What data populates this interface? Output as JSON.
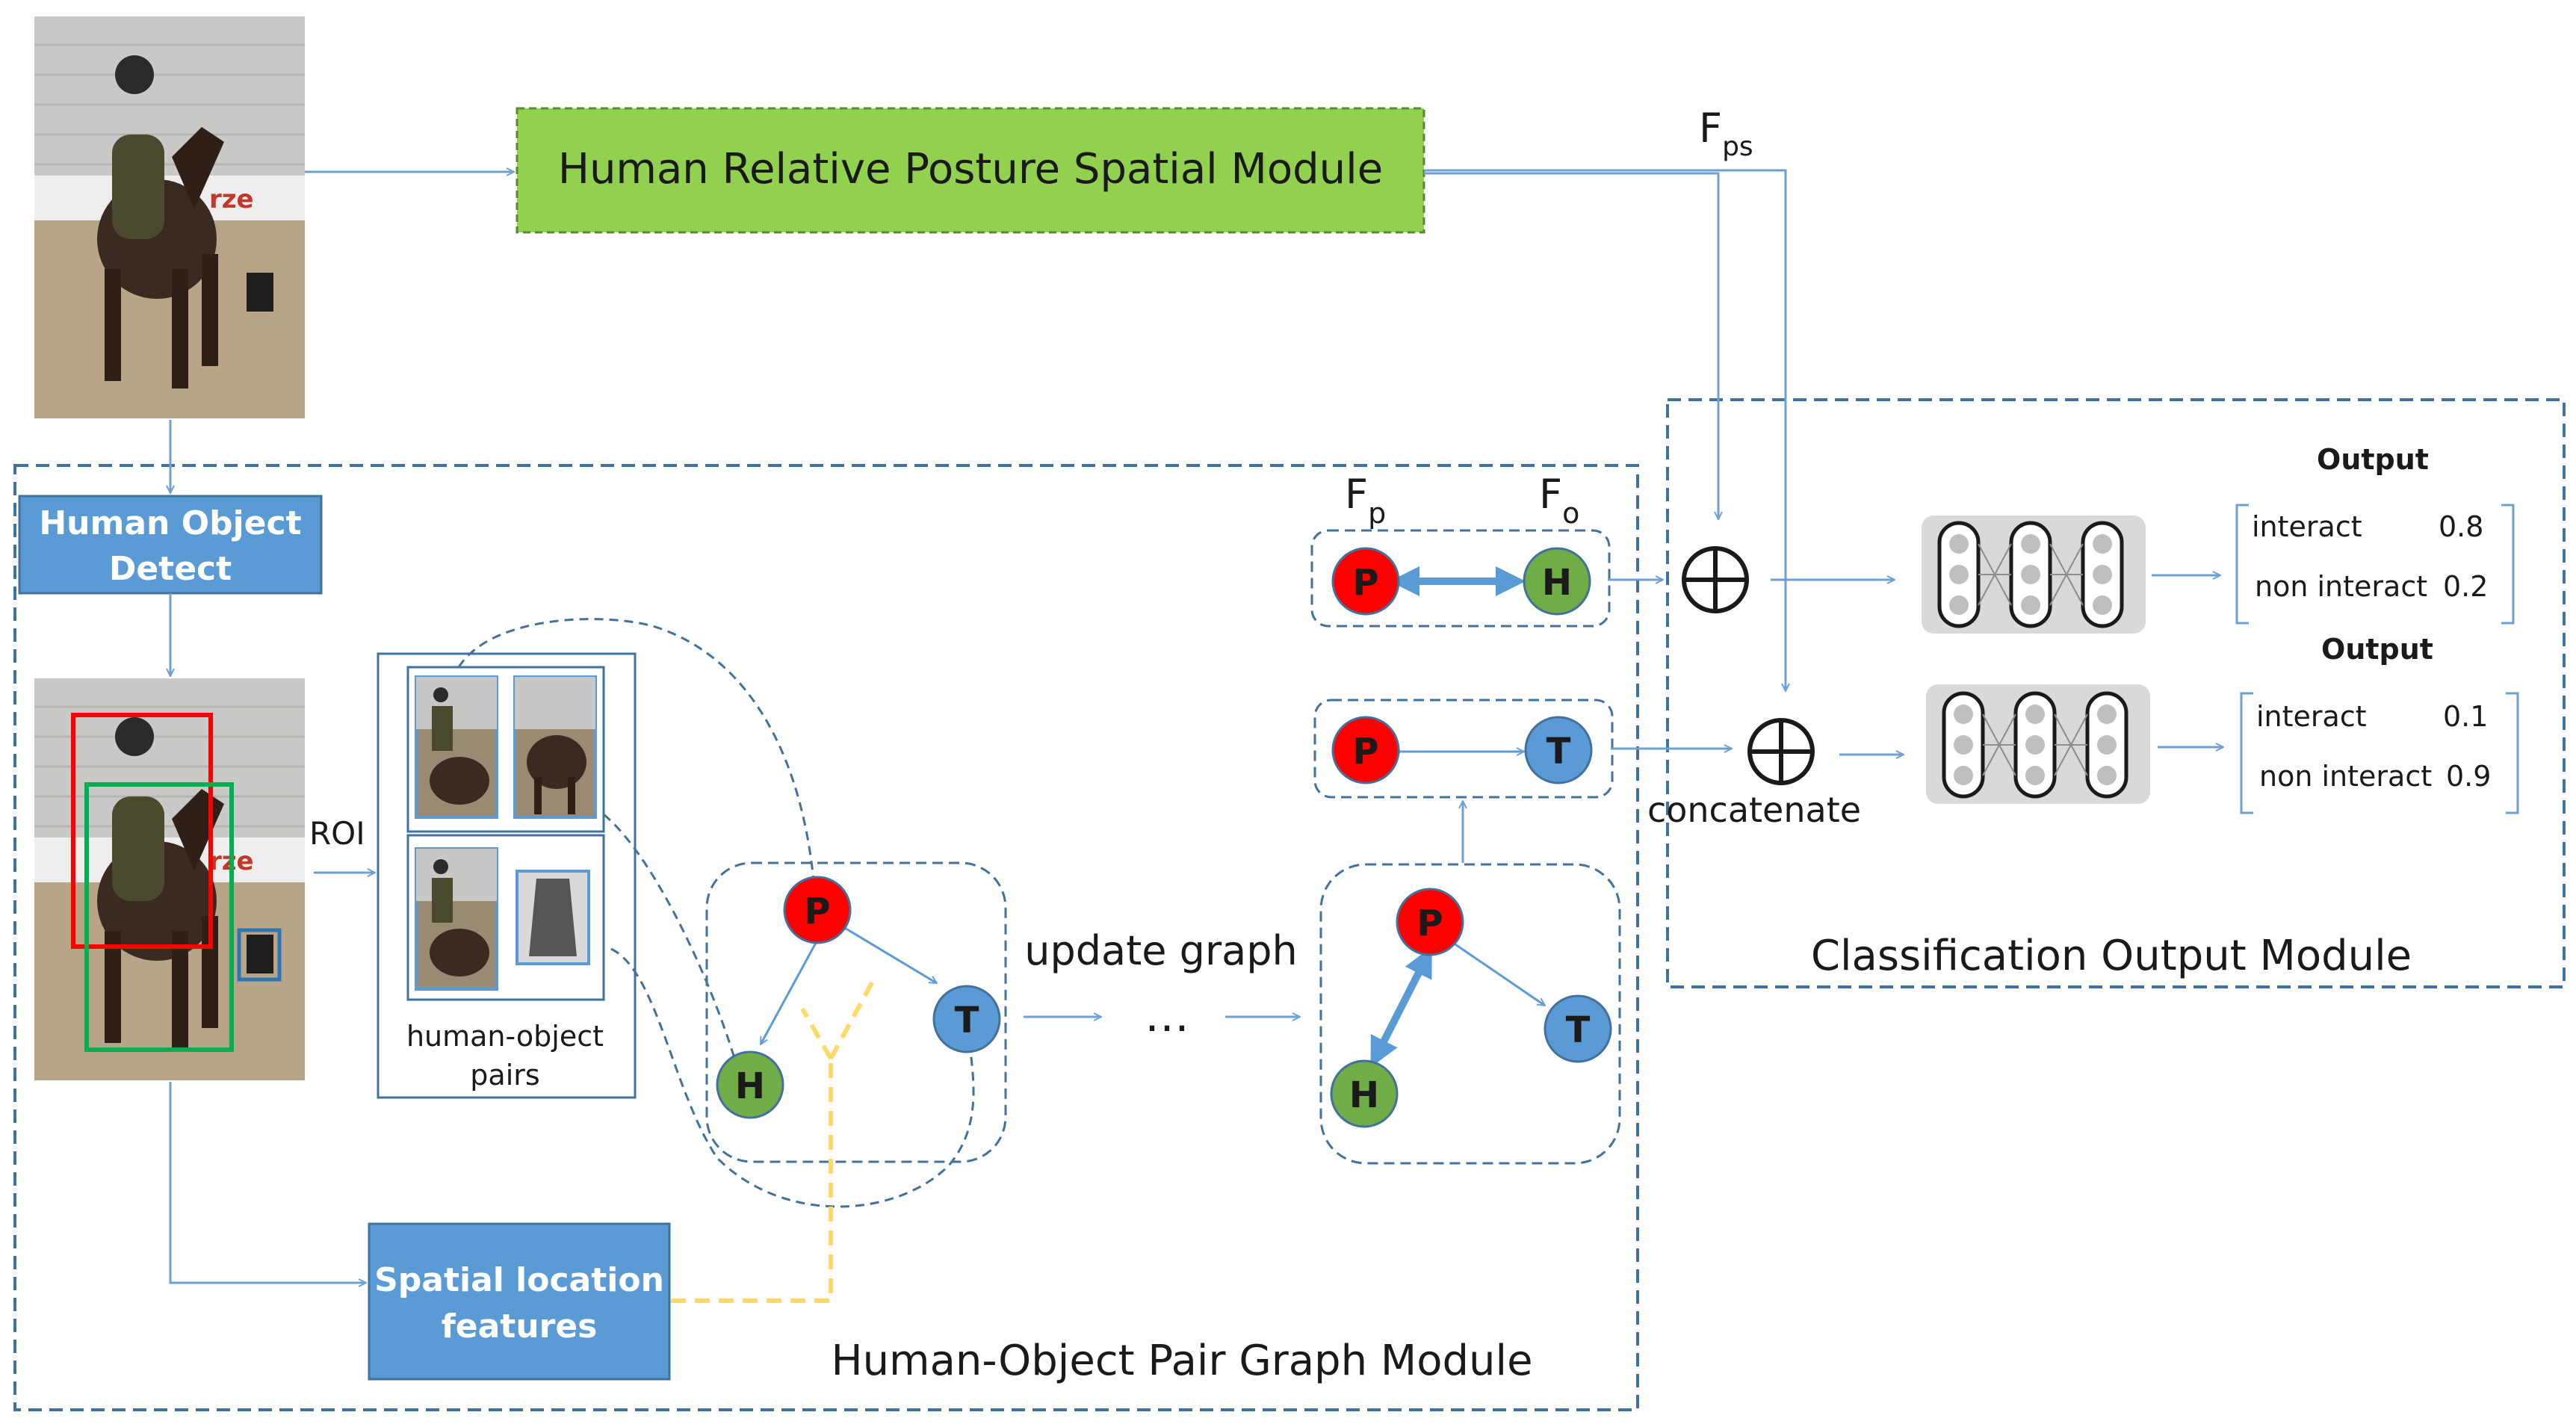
{
  "modules": {
    "posture": "Human Relative Posture Spatial Module",
    "graph": "Human-Object Pair Graph Module",
    "classification": "Classification Output Module"
  },
  "boxes": {
    "detect_line1": "Human Object",
    "detect_line2": "Detect",
    "spatial_line1": "Spatial location",
    "spatial_line2": "features"
  },
  "labels": {
    "roi": "ROI",
    "pairs_line1": "human-object",
    "pairs_line2": "pairs",
    "update_graph": "update graph",
    "ellipsis": "…",
    "concatenate": "concatenate"
  },
  "features": {
    "fps_main": "F",
    "fps_sub": "ps",
    "fp_main": "F",
    "fp_sub": "p",
    "fo_main": "F",
    "fo_sub": "o"
  },
  "nodes": {
    "p": "P",
    "h": "H",
    "t": "T"
  },
  "outputs": [
    {
      "title": "Output",
      "rows": [
        {
          "label": "interact",
          "value": "0.8"
        },
        {
          "label": "non interact",
          "value": "0.2"
        }
      ]
    },
    {
      "title": "Output",
      "rows": [
        {
          "label": "interact",
          "value": "0.1"
        },
        {
          "label": "non interact",
          "value": "0.9"
        }
      ]
    }
  ],
  "colors": {
    "posture_fill": "#92d050",
    "box_blue": "#5b9bd5",
    "node_p": "#ff0000",
    "node_h": "#70ad47",
    "node_t": "#5b9bd5",
    "dash_border": "#41719c",
    "arrow": "#6fa0d2",
    "yellow_dash": "#ffd966",
    "bbox_red": "#ff0000",
    "bbox_green": "#00b050",
    "bbox_blue": "#2e75b6"
  }
}
